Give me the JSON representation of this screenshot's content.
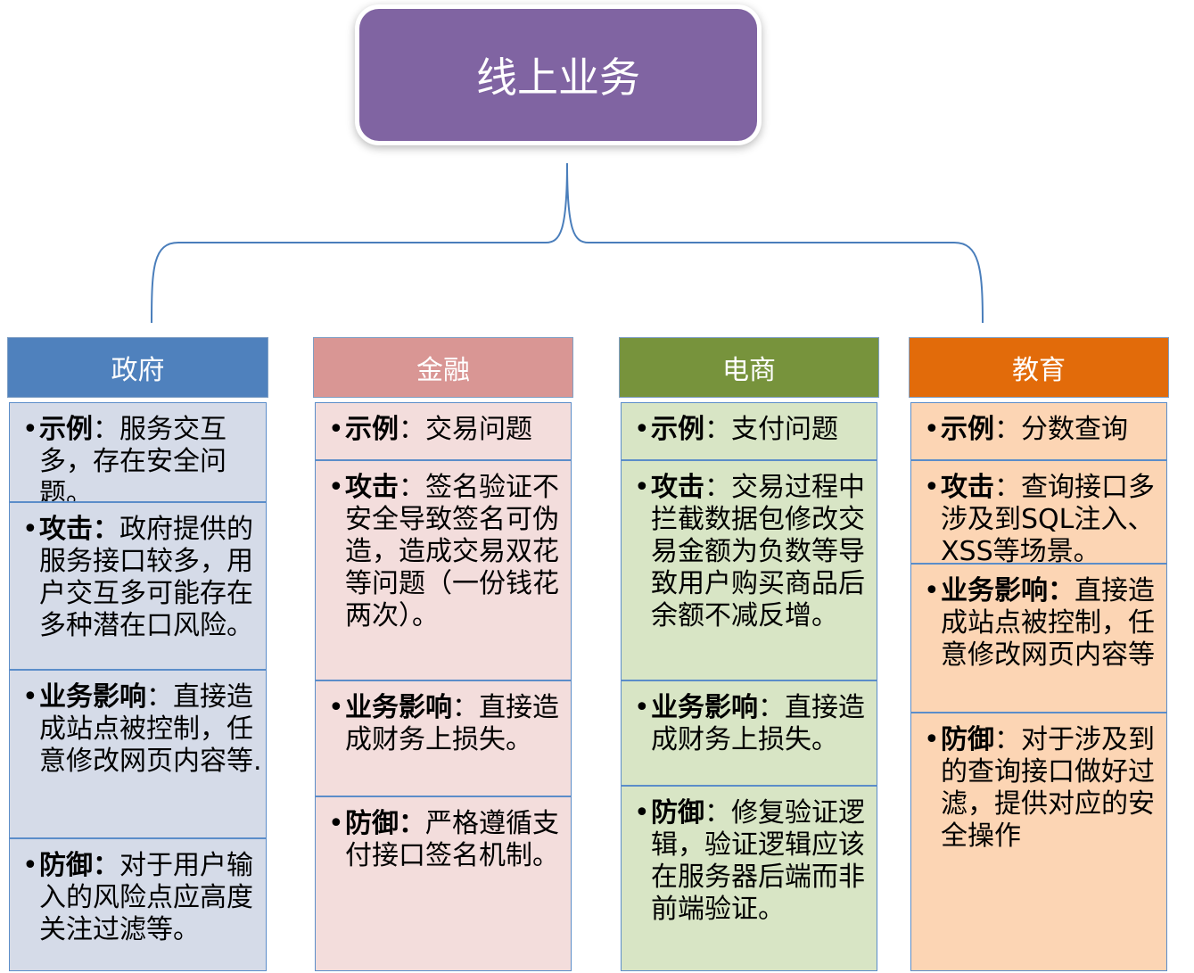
{
  "root": {
    "title": "线上业务"
  },
  "colors": {
    "root": "#8064a2",
    "gov": "#4f81bd",
    "fin": "#d99694",
    "ecom": "#77933c",
    "edu": "#e26b0a",
    "connector": "#4a7ebb"
  },
  "columns": [
    {
      "title": "政府",
      "cells": [
        {
          "label": "示例",
          "sep": "：",
          "text": "服务交互多，存在安全问题。"
        },
        {
          "label": "攻击：",
          "sep": "",
          "text": "政府提供的服务接口较多，用户交互多可能存在多种潜在口风险。"
        },
        {
          "label": "业务影响",
          "sep": "：",
          "text": "直接造成站点被控制，任意修改网页内容等."
        },
        {
          "label": "防御：",
          "sep": "",
          "text": "对于用户输入的风险点应高度关注过滤等。"
        }
      ]
    },
    {
      "title": "金融",
      "cells": [
        {
          "label": "示例",
          "sep": "：",
          "text": "交易问题"
        },
        {
          "label": "攻击",
          "sep": "：",
          "text": "签名验证不安全导致签名可伪造，造成交易双花等问题（一份钱花两次）。"
        },
        {
          "label": "业务影响",
          "sep": "：",
          "text": "直接造成财务上损失。"
        },
        {
          "label": "防御：",
          "sep": "",
          "text": "严格遵循支付接口签名机制。"
        }
      ]
    },
    {
      "title": "电商",
      "cells": [
        {
          "label": "示例",
          "sep": "：",
          "text": "支付问题"
        },
        {
          "label": "攻击",
          "sep": "：",
          "text": "交易过程中拦截数据包修改交易金额为负数等导致用户购买商品后余额不减反增。"
        },
        {
          "label": "业务影响",
          "sep": "：",
          "text": "直接造成财务上损失。"
        },
        {
          "label": "防御",
          "sep": "：",
          "text": "修复验证逻辑，验证逻辑应该在服务器后端而非前端验证。"
        }
      ]
    },
    {
      "title": "教育",
      "cells": [
        {
          "label": "示例",
          "sep": "：",
          "text": "分数查询"
        },
        {
          "label": "攻击",
          "sep": "：",
          "text": "查询接口多涉及到SQL注入、XSS等场景。"
        },
        {
          "label": "业务影响：",
          "sep": "",
          "text": "直接造成站点被控制，任意修改网页内容等"
        },
        {
          "label": "防御",
          "sep": "：",
          "text": "对于涉及到的查询接口做好过滤，提供对应的安全操作"
        }
      ]
    }
  ]
}
